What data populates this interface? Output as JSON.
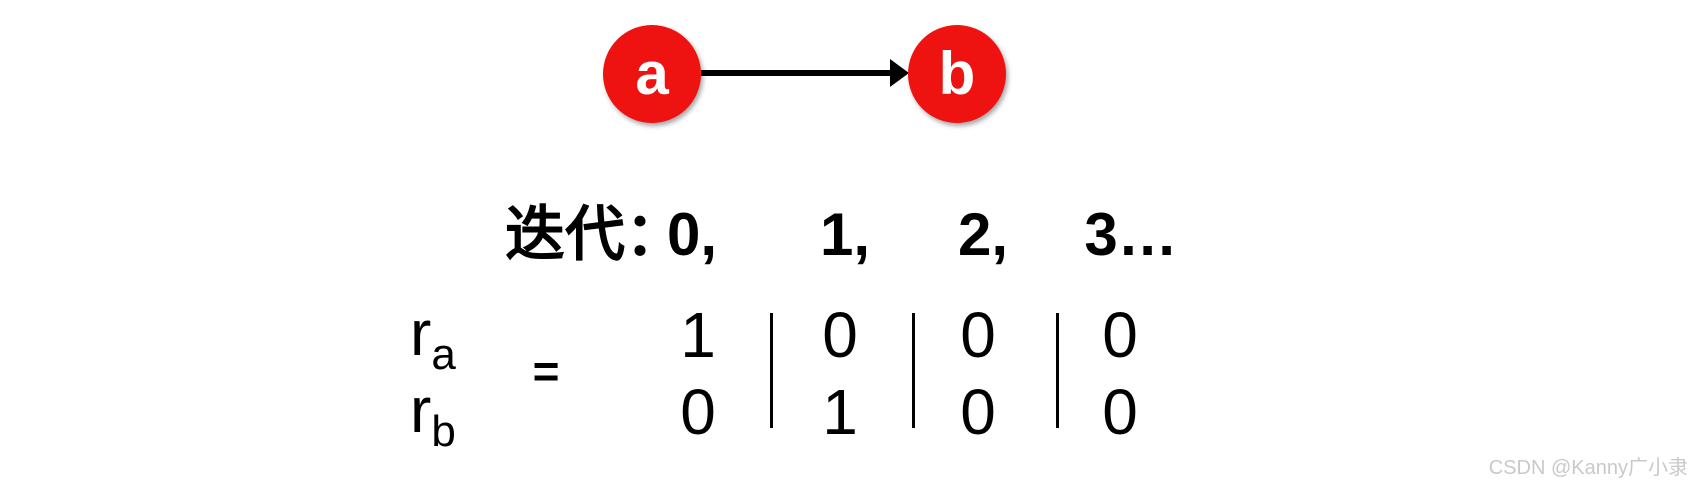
{
  "colors": {
    "node_fill": "#ee1311",
    "node_text": "#ffffff",
    "edge": "#000000",
    "text": "#000000",
    "watermark": "#c9c9c9",
    "background": "#ffffff"
  },
  "graph": {
    "nodes": [
      {
        "label": "a"
      },
      {
        "label": "b"
      }
    ],
    "edge_from": "a",
    "edge_to": "b"
  },
  "header": {
    "label": "迭代：",
    "iterations": [
      "0,",
      "1,",
      "2,",
      "3…"
    ]
  },
  "matrix": {
    "row_labels": [
      {
        "base": "r",
        "sub": "a"
      },
      {
        "base": "r",
        "sub": "b"
      }
    ],
    "equals": "=",
    "columns": [
      [
        "1",
        "0"
      ],
      [
        "0",
        "1"
      ],
      [
        "0",
        "0"
      ],
      [
        "0",
        "0"
      ]
    ]
  },
  "chart_data": {
    "type": "table",
    "title": "迭代：0, 1, 2, 3…",
    "row_labels": [
      "r_a",
      "r_b"
    ],
    "categories": [
      "0",
      "1",
      "2",
      "3"
    ],
    "series": [
      {
        "name": "r_a",
        "values": [
          1,
          0,
          0,
          0
        ]
      },
      {
        "name": "r_b",
        "values": [
          0,
          1,
          0,
          0
        ]
      }
    ]
  },
  "watermark": "CSDN @Kanny广小隶"
}
